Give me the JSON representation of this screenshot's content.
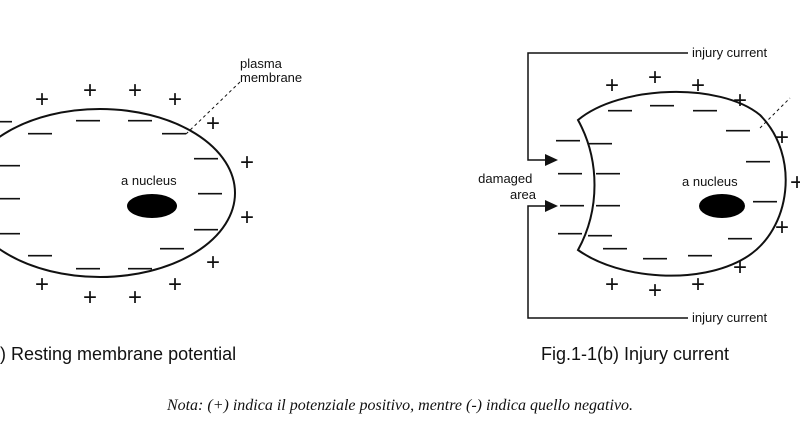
{
  "left": {
    "label_plasma_line1": "plasma",
    "label_plasma_line2": "membrane",
    "label_nucleus": "a nucleus",
    "caption": ") Resting membrane potential",
    "sign_plus": "+",
    "sign_minus": "—"
  },
  "right": {
    "label_injury_top": "injury current",
    "label_injury_bottom": "injury current",
    "label_damaged_line1": "damaged",
    "label_damaged_line2": "area",
    "label_nucleus": "a nucleus",
    "caption": "Fig.1-1(b) Injury current",
    "sign_plus": "+",
    "sign_minus": "—"
  },
  "note": "Nota: (+) indica il potenziale positivo, mentre (-) indica quello negativo.",
  "colors": {
    "stroke": "#111111",
    "fill_nucleus": "#000000"
  }
}
